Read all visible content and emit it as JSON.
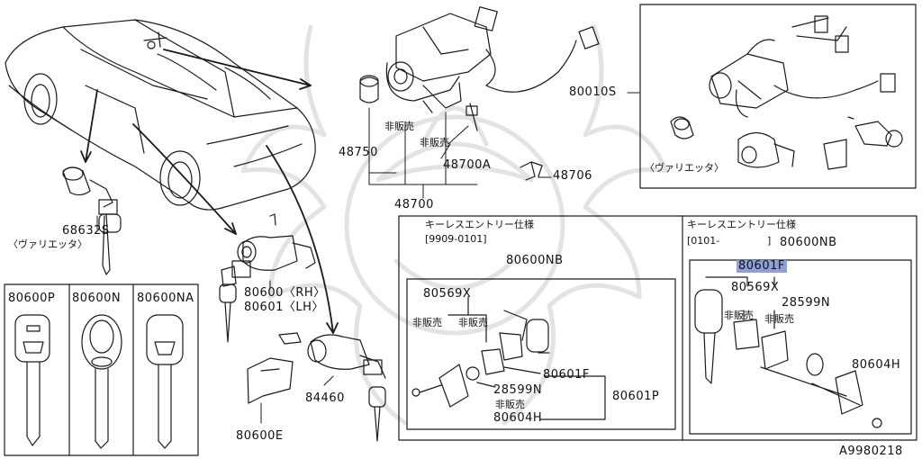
{
  "labels": {
    "p80010s": "80010S",
    "p48750": "48750",
    "p48700a": "48700A",
    "p48700": "48700",
    "p48706": "48706",
    "nonsale_a": "非販売",
    "nonsale_b": "非販売",
    "p68632s": "68632S",
    "variety_left": "〈ヴァリエッタ〉",
    "variety_right": "〈ヴァリエッタ〉",
    "p80600rh": "80600〈RH〉",
    "p80601lh": "80601〈LH〉",
    "p84460": "84460",
    "p80600e": "80600E",
    "key_p": "80600P",
    "key_n": "80600N",
    "key_na": "80600NA"
  },
  "keyless_left": {
    "title": "キーレスエントリー仕様",
    "period": "[9909-0101]",
    "p80600nb": "80600NB",
    "p80569x": "80569X",
    "nonsale_1": "非販売",
    "nonsale_2": "非販売",
    "nonsale_3": "非販売",
    "p80601f": "80601F",
    "p28599n": "28599N",
    "p80601p": "80601P",
    "p80604h": "80604H"
  },
  "keyless_right": {
    "title": "キーレスエントリー仕様",
    "period": "[0101-",
    "period_end": "]",
    "p80600nb": "80600NB",
    "p80601f": "80601F",
    "p80569x": "80569X",
    "p28599n": "28599N",
    "nonsale_1": "非販売",
    "nonsale_2": "非販売",
    "p80604h": "80604H"
  },
  "diagram_code": "A9980218",
  "colors": {
    "line": "#1a1a1a",
    "highlight": "#8f9fd8",
    "watermark": "#e6e6e6"
  }
}
